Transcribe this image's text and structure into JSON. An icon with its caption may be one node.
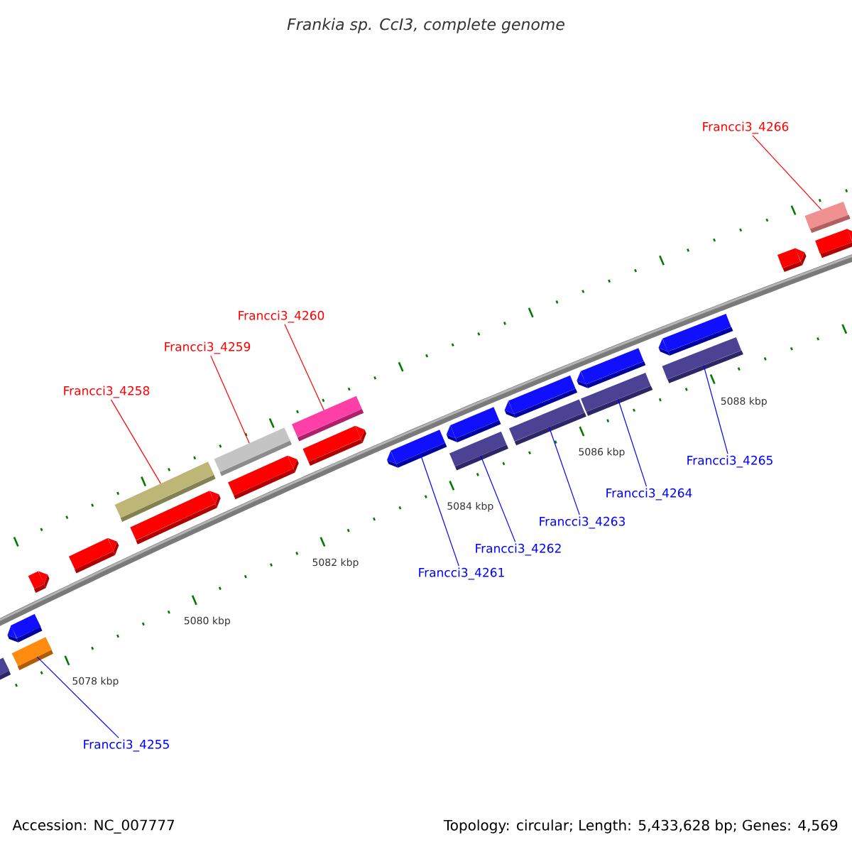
{
  "diagram": {
    "title": "Frankia sp. CcI3, complete genome",
    "nodes": [
      {
        "text": [
          "Francci3_4266"
        ]
      },
      {
        "text": [
          "Francci3_4260"
        ]
      },
      {
        "text": [
          "Francci3_4259"
        ]
      },
      {
        "text": [
          "Francci3_4258"
        ]
      },
      {
        "text": [
          "Francci3_4265"
        ]
      },
      {
        "text": [
          "Francci3_4264"
        ]
      },
      {
        "text": [
          "Francci3_4263"
        ]
      },
      {
        "text": [
          "Francci3_4262"
        ]
      },
      {
        "text": [
          "Francci3_4261"
        ]
      },
      {
        "text": [
          "Francci3_4255"
        ]
      },
      {
        "text": [],
        "shape": "bar"
      },
      {
        "text": [],
        "shape": "bar"
      },
      {
        "text": [],
        "shape": "bar"
      },
      {
        "text": [],
        "shape": "bar"
      },
      {
        "text": [],
        "shape": "bar"
      },
      {
        "text": [],
        "shape": "bar"
      },
      {
        "text": [],
        "shape": "bar"
      },
      {
        "text": [],
        "shape": "bar"
      },
      {
        "text": [],
        "shape": "bar"
      },
      {
        "text": [],
        "shape": "bar"
      },
      {
        "text": [],
        "shape": "bar"
      },
      {
        "text": [],
        "shape": "bar"
      },
      {
        "text": [],
        "shape": "bar"
      },
      {
        "text": [],
        "shape": "bar"
      },
      {
        "text": [],
        "shape": "bar"
      },
      {
        "text": [],
        "shape": "bar"
      },
      {
        "text": [],
        "shape": "bar"
      },
      {
        "text": [],
        "shape": "bar"
      },
      {
        "text": [],
        "shape": "bar"
      },
      {
        "text": [],
        "shape": "bar"
      },
      {
        "text": [],
        "shape": "bar"
      },
      {
        "text": [],
        "shape": "bar"
      },
      {
        "text": [],
        "shape": "bar"
      }
    ],
    "edges": [
      {
        "from": 0,
        "to": 31,
        "arrow": "none",
        "color": "#ff0000"
      },
      {
        "from": 1,
        "to": 19,
        "arrow": "none",
        "color": "#ff0000"
      },
      {
        "from": 2,
        "to": 17,
        "arrow": "none",
        "color": "#ff0000"
      },
      {
        "from": 3,
        "to": 15,
        "arrow": "none",
        "color": "#ff0000"
      },
      {
        "from": 4,
        "to": 28,
        "arrow": "none"
      },
      {
        "from": 5,
        "to": 26,
        "arrow": "none"
      },
      {
        "from": 6,
        "to": 24,
        "arrow": "none"
      },
      {
        "from": 7,
        "to": 22,
        "arrow": "none"
      },
      {
        "from": 8,
        "to": 21,
        "arrow": "none"
      },
      {
        "from": 9,
        "to": 11,
        "arrow": "none"
      }
    ],
    "labels": [
      "5088 kbp",
      "5086 kbp",
      "5084 kbp",
      "5082 kbp",
      "5080 kbp",
      "5078 kbp",
      "Accession: NC_007777",
      "Topology: circular; Length: 5,433,628 bp; Genes: 4,569"
    ]
  }
}
